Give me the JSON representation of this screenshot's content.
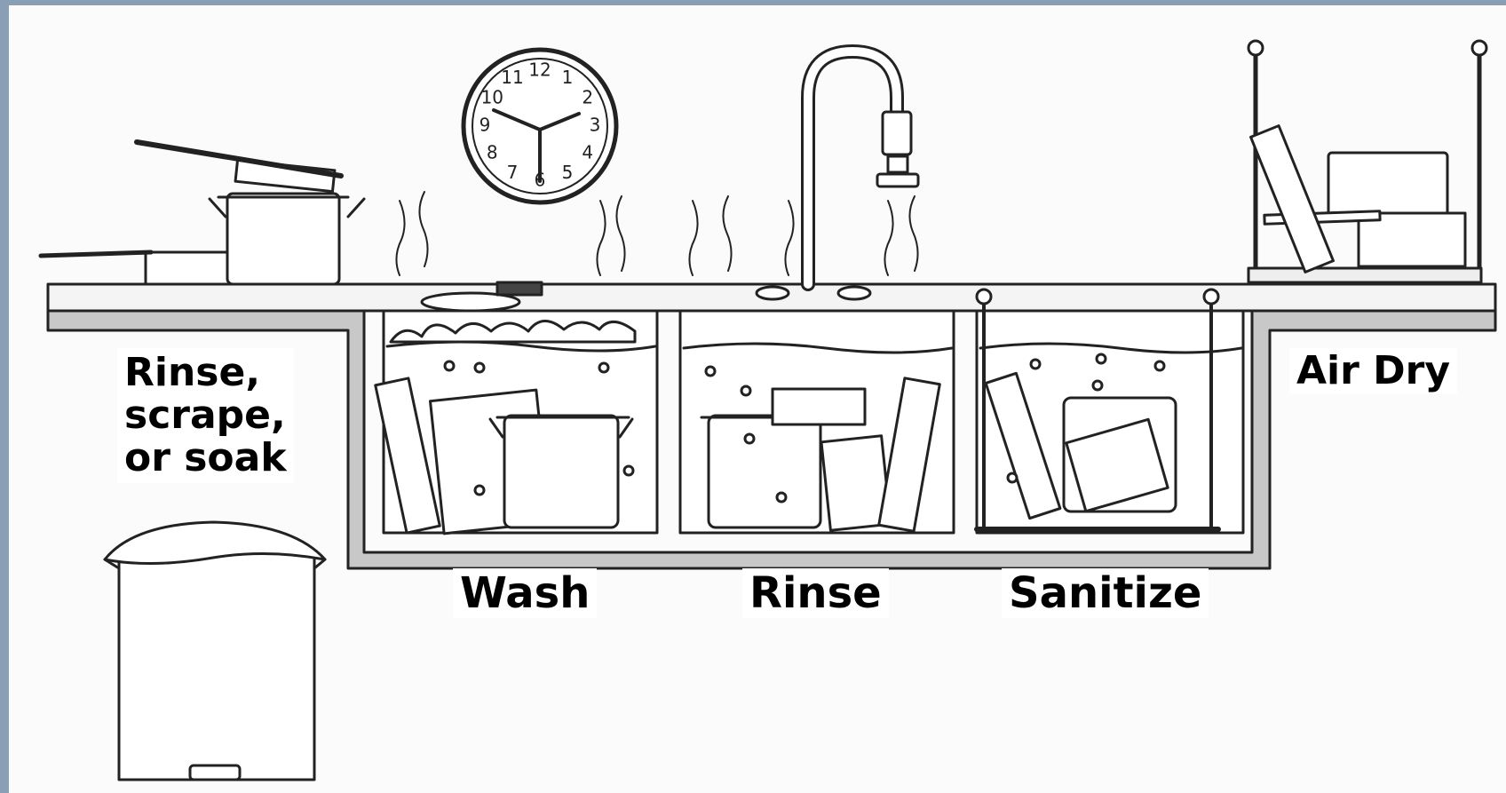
{
  "labels": {
    "rinse_scrape_soak": "Rinse,\nscrape,\nor soak",
    "wash": "Wash",
    "rinse": "Rinse",
    "sanitize": "Sanitize",
    "air_dry": "Air Dry"
  },
  "clock_numbers": [
    "12",
    "1",
    "2",
    "3",
    "4",
    "5",
    "6",
    "7",
    "8",
    "9",
    "10",
    "11"
  ],
  "colors": {
    "frame": "#8a9fb5",
    "counter": "#c8c8c8",
    "line": "#222222"
  },
  "icons": [
    "clock-icon",
    "faucet-icon",
    "trash-can-icon",
    "stock-pot-icon",
    "drying-rack-icon",
    "sanitize-basket-icon"
  ]
}
